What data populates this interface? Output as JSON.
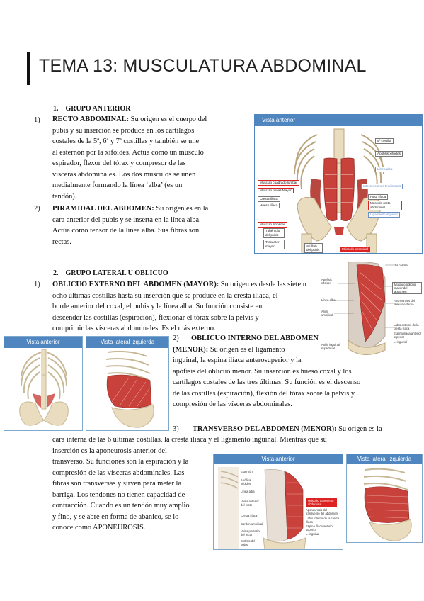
{
  "title": "TEMA 13: MUSCULATURA ABDOMINAL",
  "section1": {
    "heading": "1.    GRUPO ANTERIOR",
    "item1_num": "1)",
    "item1_term": "RECTO ABDOMINAL:",
    "item1_lines": [
      " Su origen es el cuerpo del",
      "pubis y su inserción se produce en los cartílagos",
      "costales de la 5ª, 6ª y 7ª costillas y también se une",
      "al esternón por la xifoides. Actúa como un músculo",
      "espirador, flexor del tórax y compresor de las",
      "vísceras abdominales. Los dos músculos se unen",
      "medialmente formando la línea ‘alba’ (es un",
      "tendón)."
    ],
    "item2_num": "2)",
    "item2_term": "PIRAMIDAL DEL ABDOMEN:",
    "item2_lines": [
      " Su origen es en la",
      "cara anterior del pubis y se inserta en la línea alba.",
      "Actúa como tensor de la línea alba. Sus fibras son",
      "rectas."
    ]
  },
  "section2": {
    "heading": "2.    GRUPO LATERAL U OBLICUO",
    "item1_num": "1)",
    "item1_term": "OBLICUO EXTERNO DEL ABDOMEN (MAYOR):",
    "item1_lines": [
      " Su origen es desde las siete u",
      "ocho últimas costillas hasta su inserción que se produce en la cresta ilíaca, el",
      "borde anterior del coxal, el pubis y la línea alba. Su función consiste en",
      "descender las costillas (espiración), flexionar el tórax sobre la pelvis y",
      "comprimir las vísceras abdominales. Es el más externo."
    ],
    "item2_num": "2)",
    "item2_term_a": "OBLICUO INTERNO DEL ABDOMEN",
    "item2_term_b": "(MENOR):",
    "item2_lines": [
      " Su origen es el ligamento",
      "inguinal, la espina ilíaca anterosuperior y la",
      "apófisis del oblicuo menor. Su inserción es hueso coxal y los",
      "cartílagos costales de las tres últimas. Su función es el descenso",
      "de las costillas (espiración), flexión del tórax sobre la pelvis y",
      "compresión de las vísceras abdominales."
    ],
    "item3_num": "3)",
    "item3_term": "TRANSVERSO DEL ABDOMEN (MENOR):",
    "item3_lines": [
      " Su origen es la",
      "cara interna de las 6 últimas costillas, la cresta ilíaca y el ligamento inguinal. Mientras que su",
      "inserción es la aponeurosis anterior del",
      "transverso. Su funciones son la espiración y la",
      "compresión de las vísceras abdominales. Las",
      "fibras son transversas y sirven para meter la",
      "barriga. Los tendones no tienen capacidad de",
      "contracción. Cuando es un tendón muy amplio",
      "y fino, y se abre en forma de abanico, se lo",
      "conoce como  APONEUROSIS."
    ]
  },
  "figures": {
    "fig1": {
      "header": "Vista anterior",
      "labels_right": [
        "5ª costilla",
        "Apófisis xifoides",
        "Línea alba",
        "Intersecciones tendinosas",
        "Fosa ilíaca",
        "Músculo recto abdominal",
        "Ligamento inguinal"
      ],
      "labels_left": [
        "Músculo cuadrado lumbar",
        "Músculo psoas Mayor",
        "Cresta ilíaca",
        "Hueso ilíaco",
        "Músculo iliopsoas",
        "Tubérculo del pubis",
        "Trocánter mayor"
      ],
      "bottom_label": "Sínfisis del pubis",
      "red_label": "Músculo piramidal"
    },
    "fig2": {
      "labels_left": [
        "Apófisis xifoides",
        "Línea alba",
        "Anillo umbilical",
        "Anillo inguinal superficial"
      ],
      "labels_right": [
        "5ª costilla",
        "Músculo oblicuo mayor del abdomen",
        "Aponeurosis del oblicuo externo",
        "Labio externo de la cresta ilíaca",
        "Espina ilíaca anterior superior",
        "L. inguinal"
      ]
    },
    "fig3": {
      "header": "Vista anterior"
    },
    "fig4": {
      "header": "Vista lateral izquierda"
    },
    "fig5": {
      "header": "Vista anterior",
      "labels_left": [
        "Esternón",
        "Apófisis xifoides",
        "Línea alba",
        "Vaina anterior del recto",
        "Cresta ilíaca",
        "Cordón umbilical",
        "Vaina posterior del recto",
        "Sínfisis del pubis"
      ],
      "labels_right": [
        "Músculo transverso abdominal",
        "Aponeurosis del transverso del abdomen",
        "Labio interno de la cresta ilíaca",
        "Espina ilíaca anterior superior",
        "L. inguinal"
      ]
    },
    "fig6": {
      "header": "Vista lateral izquierda"
    }
  },
  "colors": {
    "figure_header": "#4f86c0",
    "muscle": "#c8413a",
    "bone": "#e9dcbf"
  }
}
